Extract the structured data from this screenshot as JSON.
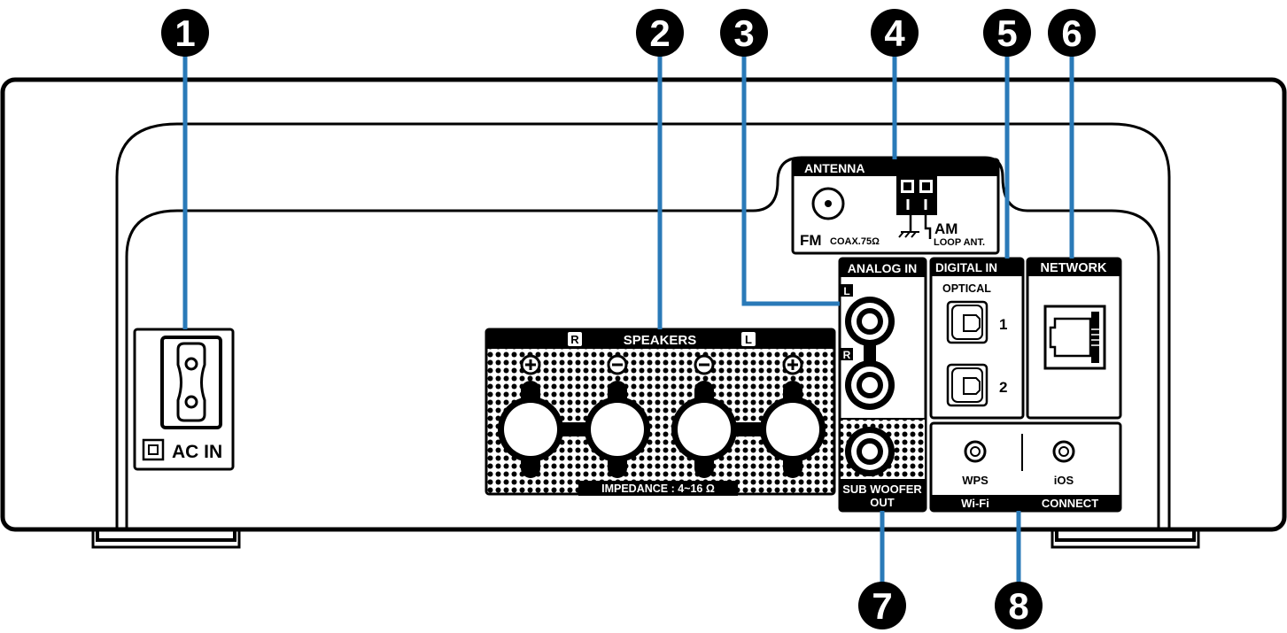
{
  "callouts": [
    "1",
    "2",
    "3",
    "4",
    "5",
    "6",
    "7",
    "8"
  ],
  "ac_in": {
    "label": "AC IN"
  },
  "speakers": {
    "title": "SPEAKERS",
    "right_mark": "R",
    "left_mark": "L",
    "impedance": "IMPEDANCE : 4~16 Ω",
    "polarity": [
      "+",
      "−",
      "−",
      "+"
    ]
  },
  "analog_in": {
    "title": "ANALOG IN",
    "left_mark": "L",
    "right_mark": "R"
  },
  "subwoofer": {
    "line1": "SUB WOOFER",
    "line2": "OUT"
  },
  "antenna": {
    "title": "ANTENNA",
    "fm": "FM",
    "fm_sub": "COAX.75Ω",
    "am": "AM",
    "am_sub": "LOOP ANT."
  },
  "digital_in": {
    "title": "DIGITAL IN",
    "optical": "OPTICAL",
    "port1": "1",
    "port2": "2"
  },
  "network": {
    "title": "NETWORK"
  },
  "wifi_connect": {
    "wps": "WPS",
    "ios": "iOS",
    "footer_left": "Wi-Fi",
    "footer_right": "CONNECT"
  },
  "colors": {
    "leader": "#2a7ab8",
    "ink": "#000000",
    "paper": "#ffffff"
  }
}
